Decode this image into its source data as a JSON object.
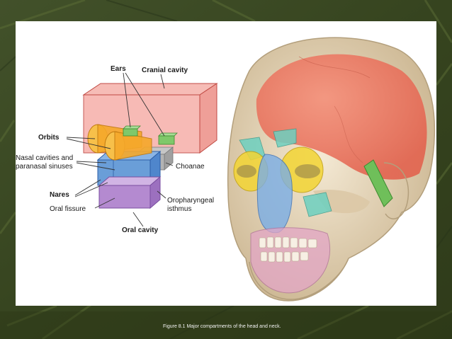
{
  "diagram": {
    "labels": {
      "ears": "Ears",
      "cranial_cavity": "Cranial cavity",
      "orbits": "Orbits",
      "nasal_line1": "Nasal cavities and",
      "nasal_line2": "paranasal sinuses",
      "choanae": "Choanae",
      "nares": "Nares",
      "oral_fissure": "Oral fissure",
      "oropharyngeal_line1": "Oropharyngeal",
      "oropharyngeal_line2": "isthmus",
      "oral_cavity": "Oral cavity"
    },
    "colors": {
      "cranial": "#f08c84",
      "orbits": "#f5b020",
      "ears": "#7fc86a",
      "nasal": "#6a9ed8",
      "oral": "#b48ad0",
      "choanae": "#a8a8a8",
      "skull_bone": "#ead9bd"
    }
  },
  "caption": "Figure 8.1 Major compartments of the head and neck."
}
